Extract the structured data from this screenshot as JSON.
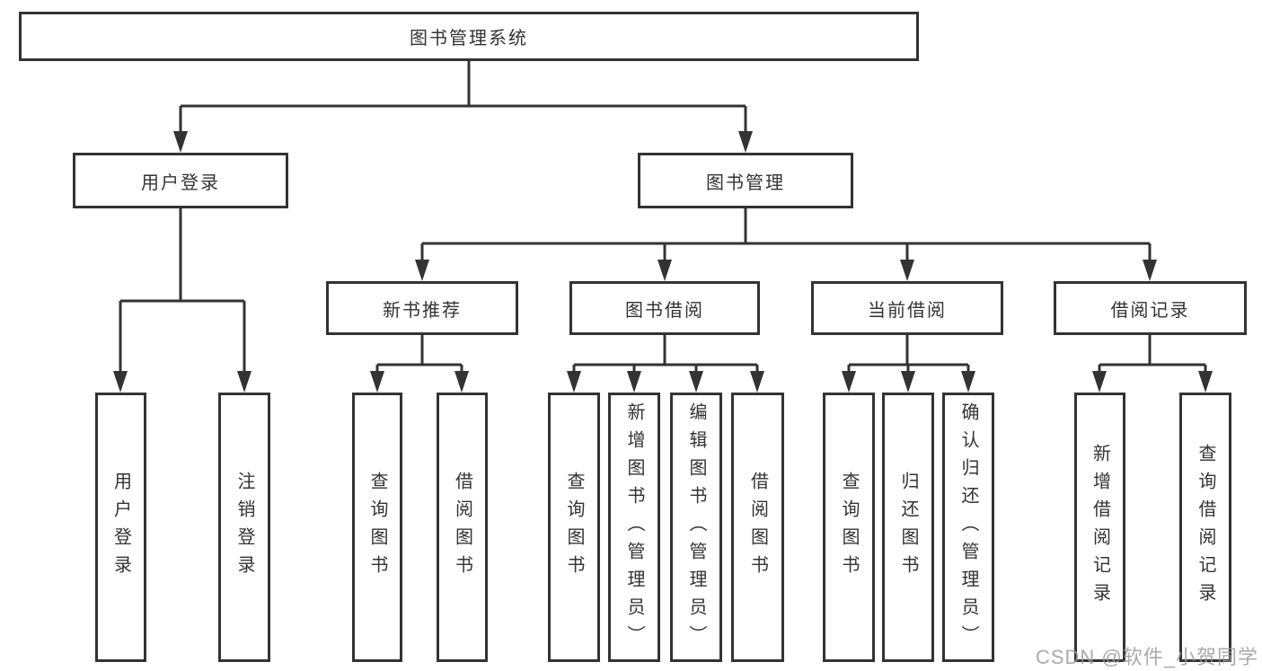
{
  "tree": {
    "label": "图书管理系统",
    "children": [
      {
        "label": "用户登录",
        "children": [
          {
            "label": "用户登录"
          },
          {
            "label": "注销登录"
          }
        ]
      },
      {
        "label": "图书管理",
        "children": [
          {
            "label": "新书推荐",
            "children": [
              {
                "label": "查询图书"
              },
              {
                "label": "借阅图书"
              }
            ]
          },
          {
            "label": "图书借阅",
            "children": [
              {
                "label": "查询图书"
              },
              {
                "label": "新增图书（管理员）"
              },
              {
                "label": "编辑图书（管理员）"
              },
              {
                "label": "借阅图书"
              }
            ]
          },
          {
            "label": "当前借阅",
            "children": [
              {
                "label": "查询图书"
              },
              {
                "label": "归还图书"
              },
              {
                "label": "确认归还（管理员）"
              }
            ]
          },
          {
            "label": "借阅记录",
            "children": [
              {
                "label": "新增借阅记录"
              },
              {
                "label": "查询借阅记录"
              }
            ]
          }
        ]
      }
    ]
  },
  "watermark": {
    "text": "CSDN @软件_小贺同学"
  },
  "colors": {
    "line": "#333333",
    "box_border": "#333333",
    "text": "#333333",
    "watermark": "#9b9b9b",
    "background": "#ffffff"
  }
}
